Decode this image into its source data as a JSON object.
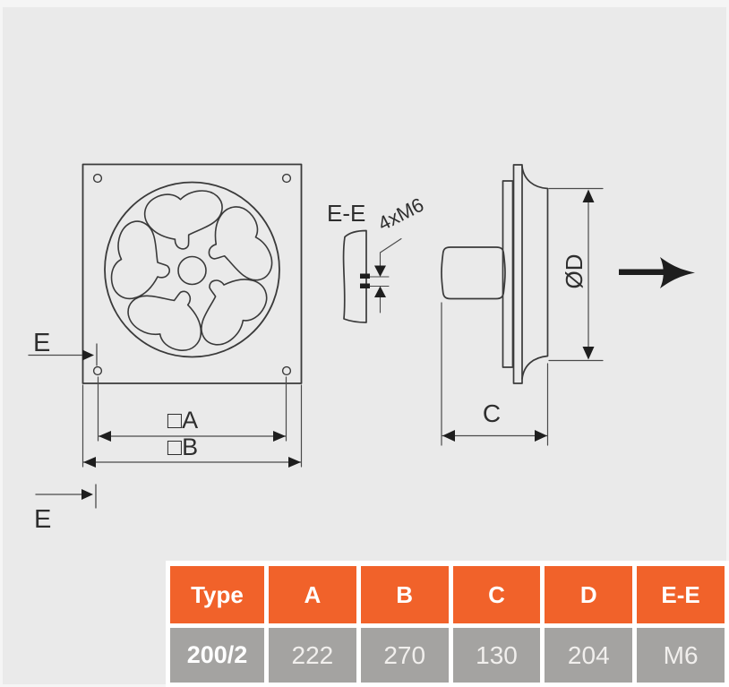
{
  "drawing": {
    "front_view": {
      "section_label_top": "E",
      "section_label_bottom": "E",
      "dim_a_label": "□A",
      "dim_b_label": "□B"
    },
    "section_detail": {
      "title": "E-E",
      "thread_callout": "4xM6"
    },
    "side_view": {
      "diameter_label": "ØD",
      "depth_label": "C"
    }
  },
  "spec_table": {
    "headers": [
      "Type",
      "A",
      "B",
      "C",
      "D",
      "E-E"
    ],
    "row": [
      "200/2",
      "222",
      "270",
      "130",
      "204",
      "M6"
    ]
  },
  "colors": {
    "accent_orange": "#F1622A",
    "row_gray": "#A4A3A1",
    "canvas_gray": "#EAEAEA",
    "line_dark": "#2E2E2E"
  }
}
